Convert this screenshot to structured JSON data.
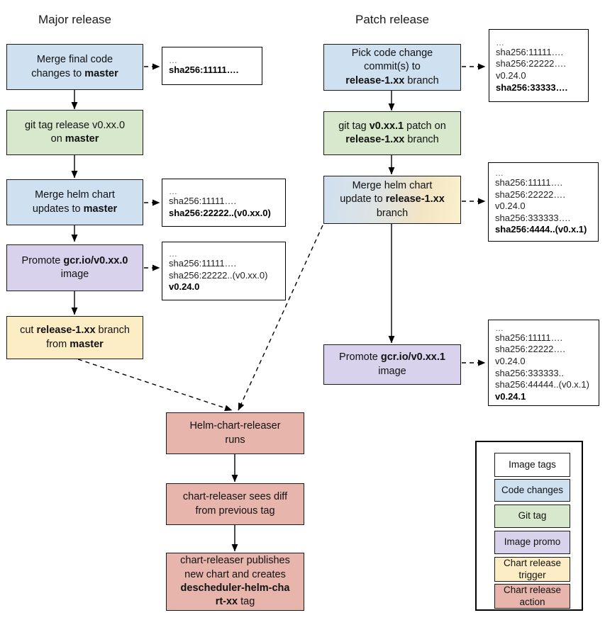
{
  "diagram": {
    "title_major": "Major release",
    "title_patch": "Patch release"
  },
  "major_flow": [
    {
      "id": "merge-final-code",
      "type": "code-changes",
      "text": "Merge final code changes to master",
      "html": "Merge final code<br>changes to <b>master</b>"
    },
    {
      "id": "git-tag-release",
      "type": "git-tag",
      "text": "git tag release v0.xx.0 on master",
      "html": "git tag release v0.xx.0<br>on <b>master</b>"
    },
    {
      "id": "merge-helm-chart-updates",
      "type": "code-changes",
      "text": "Merge helm chart updates to master",
      "html": "Merge helm chart<br>updates to <b>master</b>"
    },
    {
      "id": "promote-image-major",
      "type": "image-promo",
      "text": "Promote gcr.io/v0.xx.0 image",
      "html": "Promote <b>gcr.io/v0.xx.0</b><br>image"
    },
    {
      "id": "cut-release-branch",
      "type": "chart-release-trigger",
      "text": "cut release-1.xx branch from master",
      "html": "cut <b>release-1.xx</b> branch<br>from <b>master</b>"
    }
  ],
  "patch_flow": [
    {
      "id": "pick-code-change-commits",
      "type": "code-changes",
      "text": "Pick code change commit(s) to release-1.xx branch",
      "html": "Pick code change<br>commit(s) to<br><b>release-1.xx</b> branch"
    },
    {
      "id": "git-tag-patch",
      "type": "git-tag",
      "text": "git tag v0.xx.1 patch on release-1.xx branch",
      "html": "git tag <b>v0.xx.1</b> patch on<br><b>release-1.xx</b> branch"
    },
    {
      "id": "merge-helm-chart-update-release",
      "type": "chart-release-trigger-gradient",
      "text": "Merge helm chart update to release-1.xx branch",
      "html": "Merge helm chart<br>update to <b>release-1.xx</b><br>branch"
    },
    {
      "id": "promote-image-patch",
      "type": "image-promo",
      "text": "Promote gcr.io/v0.xx.1 image",
      "html": "Promote <b>gcr.io/v0.xx.1</b><br>image"
    }
  ],
  "releaser_flow": [
    {
      "id": "helm-chart-releaser-runs",
      "type": "chart-release-action",
      "text": "Helm-chart-releaser runs",
      "html": "Helm-chart-releaser<br>runs"
    },
    {
      "id": "chart-releaser-sees-diff",
      "type": "chart-release-action",
      "text": "chart-releaser sees diff from previous tag",
      "html": "chart-releaser sees diff<br>from previous tag"
    },
    {
      "id": "chart-releaser-publishes",
      "type": "chart-release-action",
      "text": "chart-releaser publishes new chart and creates descheduler-helm-chart-xx tag",
      "html": "chart-releaser publishes<br>new chart and creates<br><b>descheduler-helm-cha</b><br><b>rt-xx</b> tag"
    }
  ],
  "tag_boxes": [
    {
      "id": "tags-after-merge-final-code",
      "lines": [
        {
          "text": "…",
          "bold": false,
          "dots": true
        },
        {
          "text": "sha256:11111….",
          "bold": true,
          "dots": false
        }
      ]
    },
    {
      "id": "tags-after-merge-helm-chart-updates",
      "lines": [
        {
          "text": "…",
          "bold": false,
          "dots": true
        },
        {
          "text": "sha256:11111….",
          "bold": false,
          "dots": false
        },
        {
          "text": "sha256:22222..(v0.xx.0)",
          "bold": true,
          "dots": false
        }
      ]
    },
    {
      "id": "tags-after-promote-image-major",
      "lines": [
        {
          "text": "…",
          "bold": false,
          "dots": true
        },
        {
          "text": "sha256:11111….",
          "bold": false,
          "dots": false
        },
        {
          "text": "sha256:22222..(v0.xx.0)",
          "bold": false,
          "dots": false
        },
        {
          "text": "v0.24.0",
          "bold": true,
          "dots": false
        }
      ]
    },
    {
      "id": "tags-after-pick-code-change-commits",
      "lines": [
        {
          "text": "…",
          "bold": false,
          "dots": true
        },
        {
          "text": "sha256:11111….",
          "bold": false,
          "dots": false
        },
        {
          "text": "sha256:22222….",
          "bold": false,
          "dots": false
        },
        {
          "text": "v0.24.0",
          "bold": false,
          "dots": false
        },
        {
          "text": "sha256:33333….",
          "bold": true,
          "dots": false
        }
      ]
    },
    {
      "id": "tags-after-merge-helm-chart-update-release",
      "lines": [
        {
          "text": "…",
          "bold": false,
          "dots": true
        },
        {
          "text": "sha256:11111….",
          "bold": false,
          "dots": false
        },
        {
          "text": "sha256:22222….",
          "bold": false,
          "dots": false
        },
        {
          "text": "v0.24.0",
          "bold": false,
          "dots": false
        },
        {
          "text": "sha256:333333….",
          "bold": false,
          "dots": false
        },
        {
          "text": "sha256:4444..(v0.x.1)",
          "bold": true,
          "dots": false
        }
      ]
    },
    {
      "id": "tags-after-promote-image-patch",
      "lines": [
        {
          "text": "…",
          "bold": false,
          "dots": true
        },
        {
          "text": "sha256:11111….",
          "bold": false,
          "dots": false
        },
        {
          "text": "sha256:22222….",
          "bold": false,
          "dots": false
        },
        {
          "text": "v0.24.0",
          "bold": false,
          "dots": false
        },
        {
          "text": "sha256:333333..",
          "bold": false,
          "dots": false
        },
        {
          "text": "sha256:44444..(v0.x.1)",
          "bold": false,
          "dots": false
        },
        {
          "text": "v0.24.1",
          "bold": true,
          "dots": false
        }
      ]
    }
  ],
  "legend": {
    "items": [
      {
        "label": "Image tags",
        "color": "#ffffff"
      },
      {
        "label": "Code changes",
        "color": "#cfe0f1"
      },
      {
        "label": "Git tag",
        "color": "#d7e8cc"
      },
      {
        "label": "Image promo",
        "color": "#d9d2ec"
      },
      {
        "label": "Chart release trigger",
        "color": "#fdedc4"
      },
      {
        "label": "Chart release action",
        "color": "#e8b5ad"
      }
    ]
  },
  "colors": {
    "code_changes": "#cfe0f1",
    "git_tag": "#d7e8cc",
    "image_promo": "#d9d2ec",
    "chart_release_trigger": "#fdedc4",
    "chart_release_action": "#e8b5ad",
    "stroke": "#1a1a1a"
  }
}
